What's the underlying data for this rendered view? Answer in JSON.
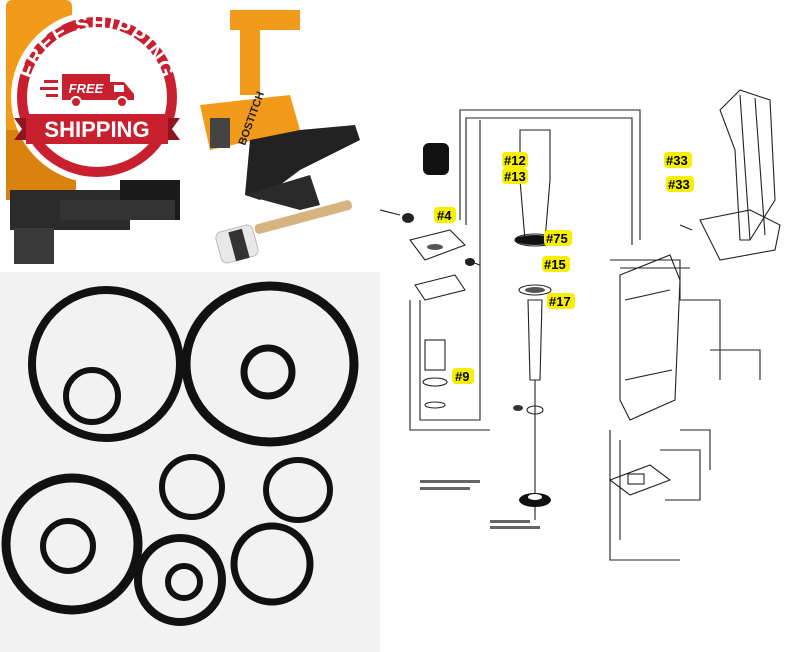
{
  "badge": {
    "arc_text": "FREE SHIPPING",
    "truck_text": "FREE",
    "banner_text": "SHIPPING",
    "color": "#c8202f"
  },
  "tool": {
    "brand_text": "BOSTITCH",
    "body_color": "#f29a1a"
  },
  "diagram": {
    "callouts": [
      {
        "label": "#12"
      },
      {
        "label": "#13"
      },
      {
        "label": "#4"
      },
      {
        "label": "#75"
      },
      {
        "label": "#15"
      },
      {
        "label": "#17"
      },
      {
        "label": "#9"
      },
      {
        "label": "#33"
      },
      {
        "label": "#33"
      }
    ],
    "highlight_color": "#f7ef00"
  }
}
